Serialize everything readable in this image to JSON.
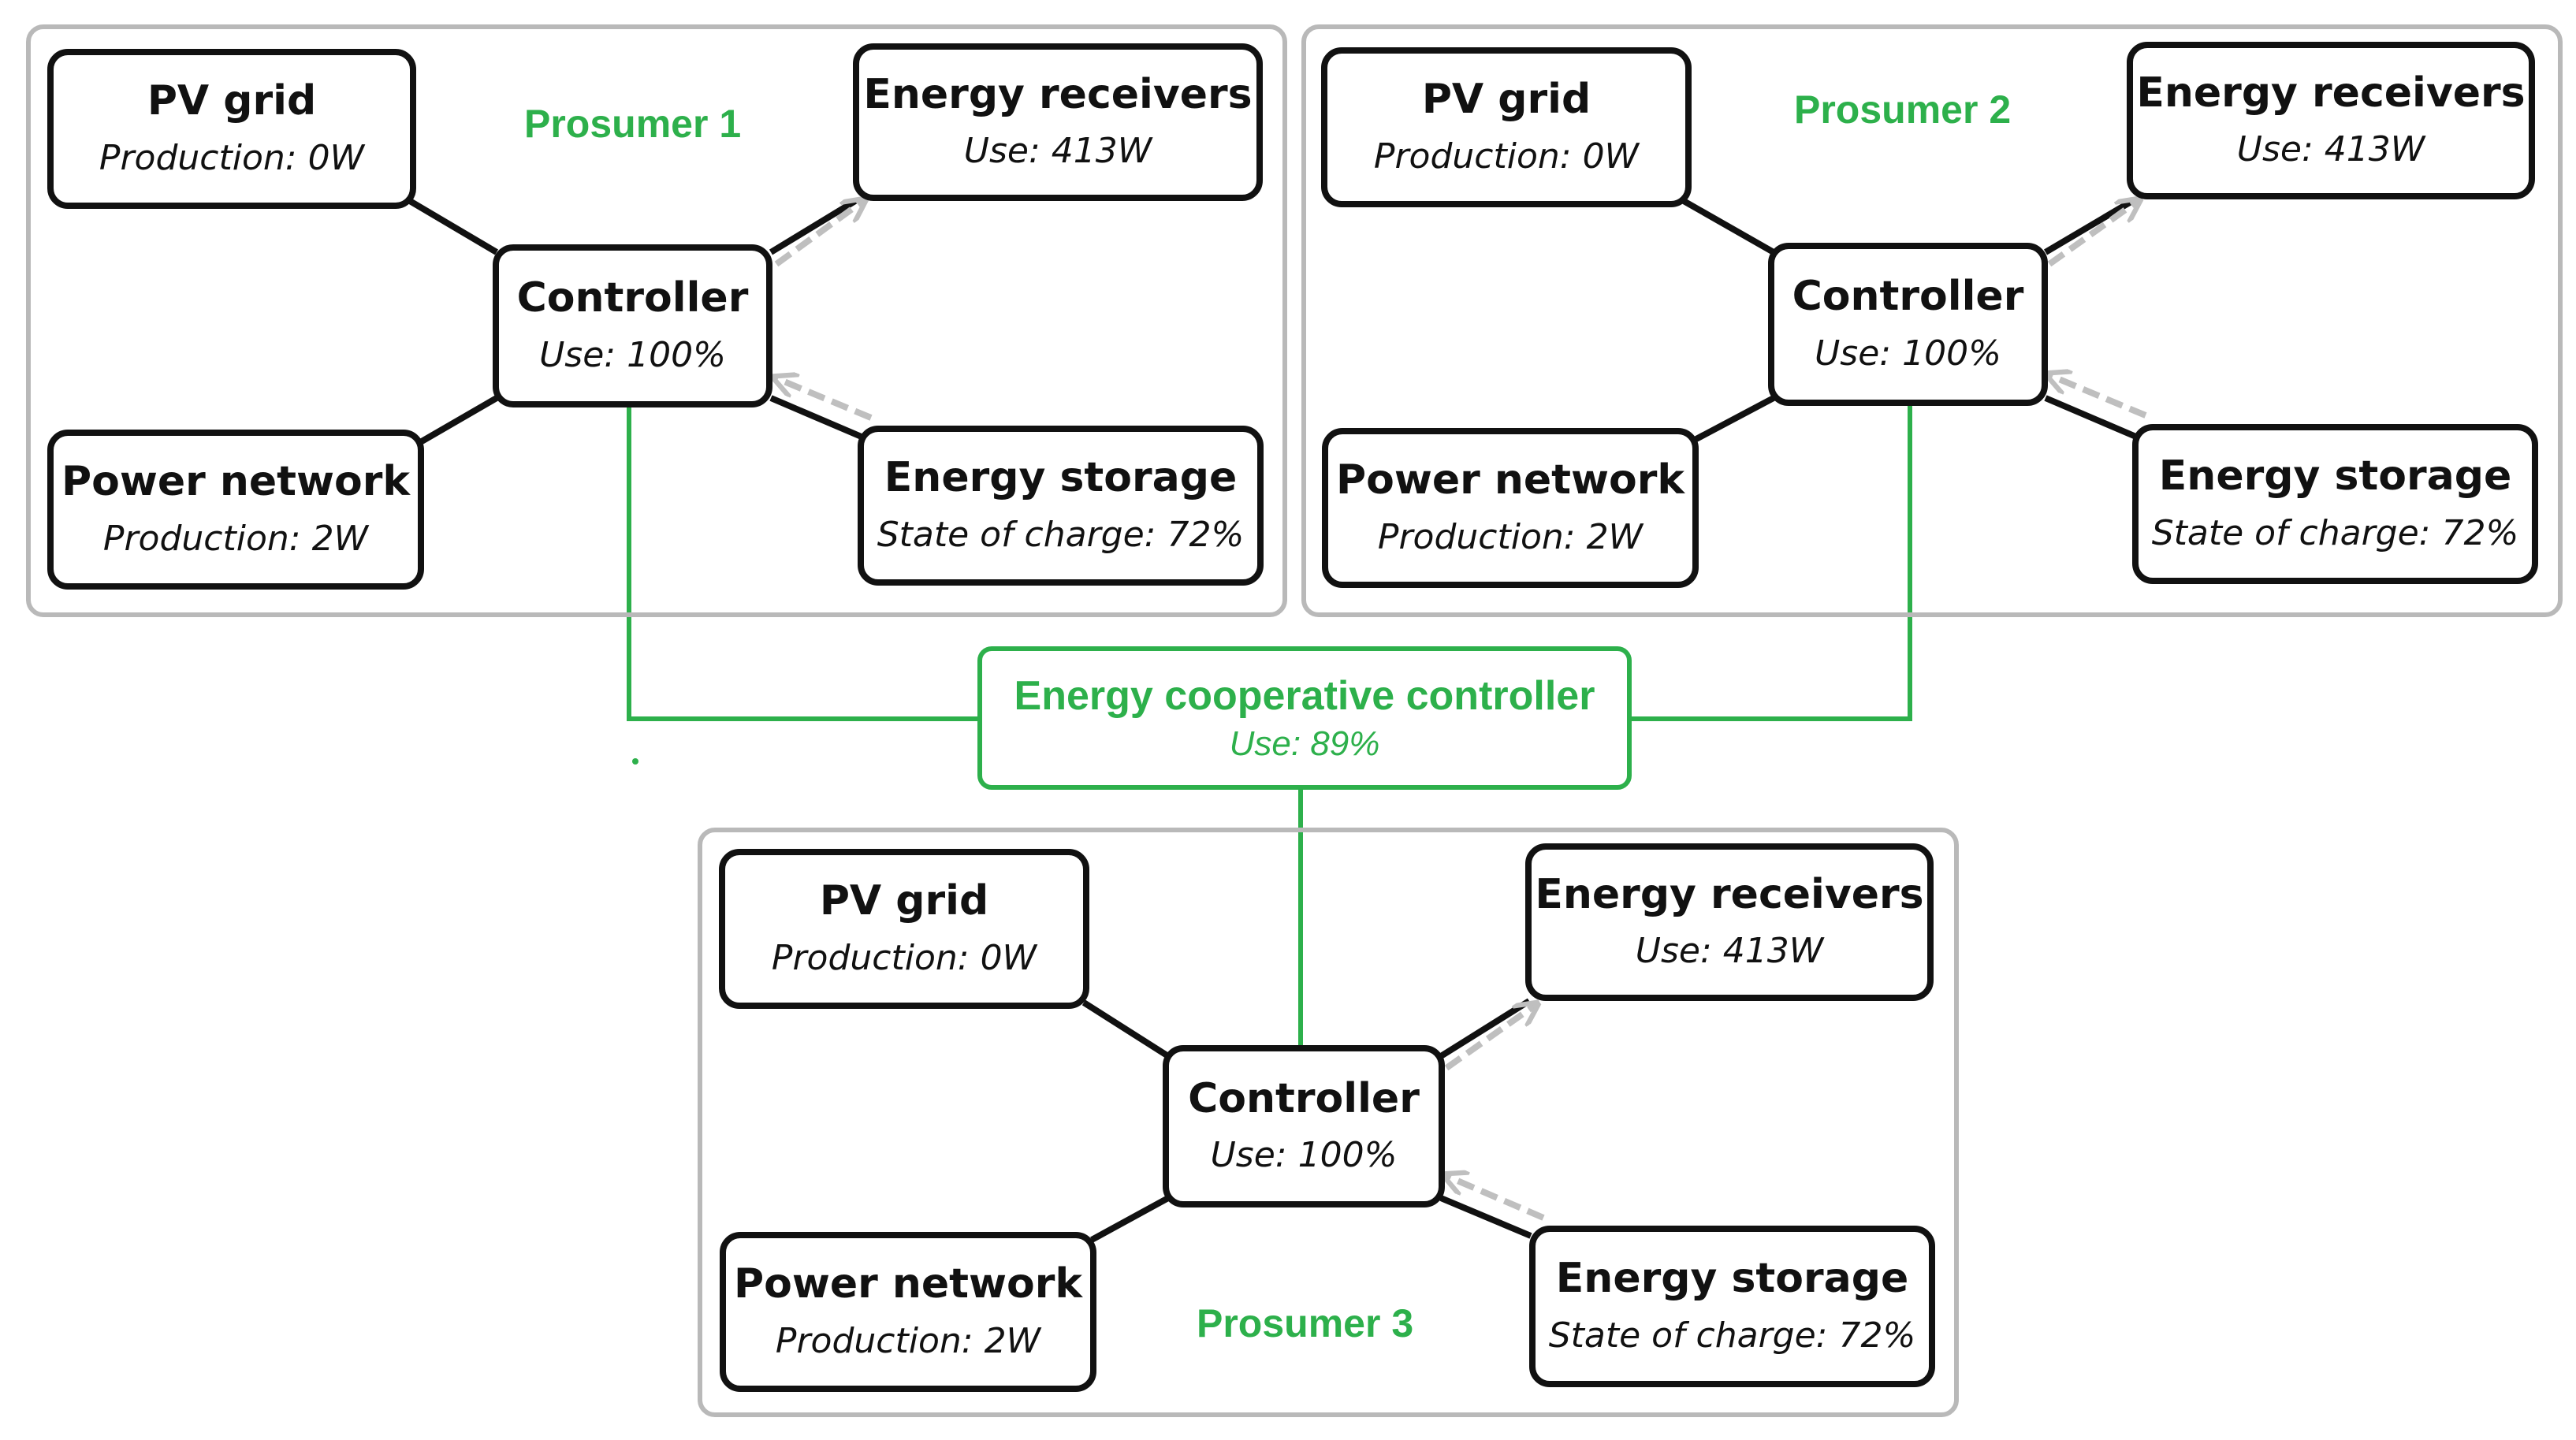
{
  "colors": {
    "accent_green": "#2db04b",
    "group_border": "#b9b9b9",
    "node_border": "#111111",
    "flow_arrow": "#bfbfbf"
  },
  "prosumers": [
    {
      "label": "Prosumer 1",
      "pv_grid": {
        "title": "PV grid",
        "value": "Production: 0W"
      },
      "energy_receivers": {
        "title": "Energy receivers",
        "value": "Use: 413W"
      },
      "controller": {
        "title": "Controller",
        "value": "Use: 100%"
      },
      "power_network": {
        "title": "Power network",
        "value": "Production: 2W"
      },
      "energy_storage": {
        "title": "Energy storage",
        "value": "State of charge: 72%"
      }
    },
    {
      "label": "Prosumer 2",
      "pv_grid": {
        "title": "PV grid",
        "value": "Production: 0W"
      },
      "energy_receivers": {
        "title": "Energy receivers",
        "value": "Use: 413W"
      },
      "controller": {
        "title": "Controller",
        "value": "Use: 100%"
      },
      "power_network": {
        "title": "Power network",
        "value": "Production: 2W"
      },
      "energy_storage": {
        "title": "Energy storage",
        "value": "State of charge: 72%"
      }
    },
    {
      "label": "Prosumer 3",
      "pv_grid": {
        "title": "PV grid",
        "value": "Production: 0W"
      },
      "energy_receivers": {
        "title": "Energy receivers",
        "value": "Use: 413W"
      },
      "controller": {
        "title": "Controller",
        "value": "Use: 100%"
      },
      "power_network": {
        "title": "Power network",
        "value": "Production: 2W"
      },
      "energy_storage": {
        "title": "Energy storage",
        "value": "State of charge: 72%"
      }
    }
  ],
  "cooperative": {
    "title": "Energy cooperative controller",
    "value": "Use: 89%"
  }
}
